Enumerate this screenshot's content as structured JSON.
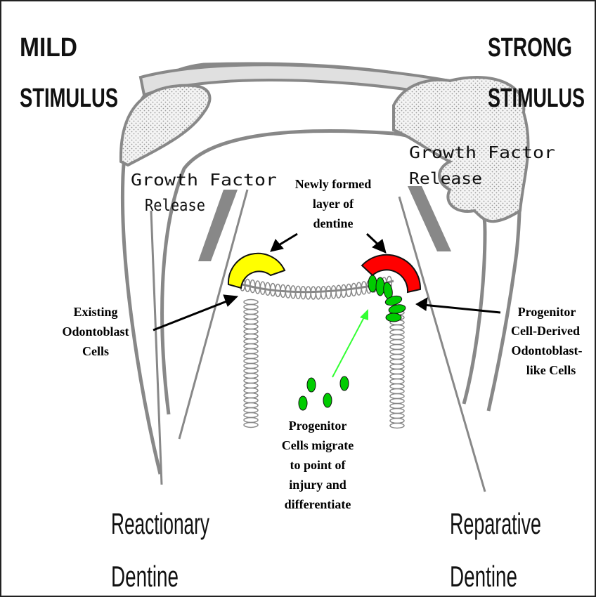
{
  "labels": {
    "mild_line1": "MILD",
    "mild_line2": "STIMULUS",
    "strong_line1": "STRONG",
    "strong_line2": "STIMULUS",
    "gf_left_line1": "Growth Factor",
    "gf_left_line2": "Release",
    "gf_right_line1": "Growth Factor",
    "gf_right_line2": "Release",
    "newly_line1": "Newly formed",
    "newly_line2": "layer of",
    "newly_line3": "dentine",
    "existing_line1": "Existing",
    "existing_line2": "Odontoblast",
    "existing_line3": "Cells",
    "progderived_line1": "Progenitor",
    "progderived_line2": "Cell-Derived",
    "progderived_line3": "Odontoblast-",
    "progderived_line4": "like Cells",
    "migrate_line1": "Progenitor",
    "migrate_line2": "Cells migrate",
    "migrate_line3": "to point of",
    "migrate_line4": "injury and",
    "migrate_line5": "differentiate",
    "reactionary_line1": "Reactionary",
    "reactionary_line2": "Dentine",
    "reparative_line1": "Reparative",
    "reparative_line2": "Dentine"
  },
  "colors": {
    "reactionary_dentine": "#ffff00",
    "reparative_dentine": "#ff0000",
    "progenitor_cells": "#00cc00",
    "migration_arrow": "#33ff33",
    "enamel_outline": "#808080",
    "dentine_fill": "#d9d9d9"
  }
}
